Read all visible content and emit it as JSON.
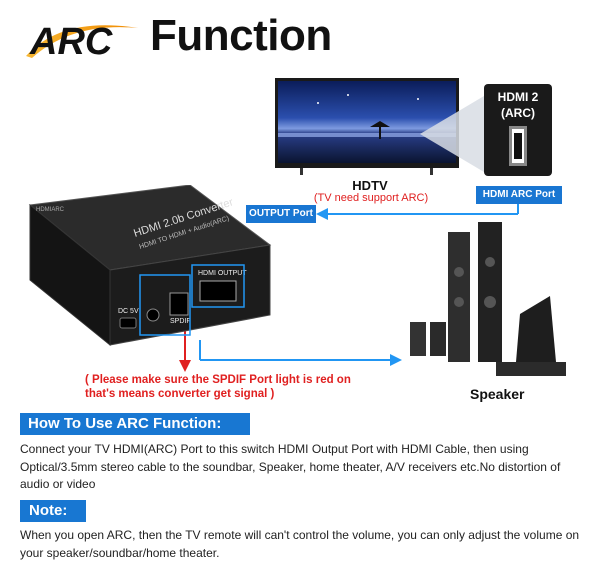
{
  "title": {
    "arc": "ARC",
    "function": "Function"
  },
  "tv": {
    "label": "HDTV",
    "note": "(TV need support ARC)"
  },
  "port_closeup": {
    "line1": "HDMI 2",
    "line2": "(ARC)"
  },
  "labels": {
    "hdmi_arc_port": "HDMI ARC Port",
    "output_port": "OUTPUT Port",
    "speaker": "Speaker"
  },
  "converter": {
    "top_text1": "HDMI 2.0b Converter",
    "top_text2": "HDMI TO HDMI + Audio(ARC)",
    "hdmi_output": "HDMI OUTPUT",
    "dc5v": "DC 5V",
    "spdif": "SPDIF",
    "side_text": "HDMIARC"
  },
  "red_note": {
    "line1": "( Please make sure the SPDIF Port light is red on",
    "line2": "that's means converter get signal )"
  },
  "how_to": {
    "heading": "How To Use ARC Function:",
    "body": "Connect your TV HDMI(ARC) Port to this switch HDMI Output Port with HDMI Cable, then using Optical/3.5mm stereo cable to the soundbar, Speaker, home theater, A/V receivers etc.No distortion of audio or video"
  },
  "note": {
    "heading": "Note:",
    "body": "When you open ARC, then the TV remote will can't control the volume, you can only adjust the volume on your speaker/soundbar/home theater."
  },
  "colors": {
    "accent_blue": "#1976d2",
    "arrow_blue": "#2196f3",
    "warning_red": "#e02020",
    "arc_gold": "#f5a623"
  }
}
